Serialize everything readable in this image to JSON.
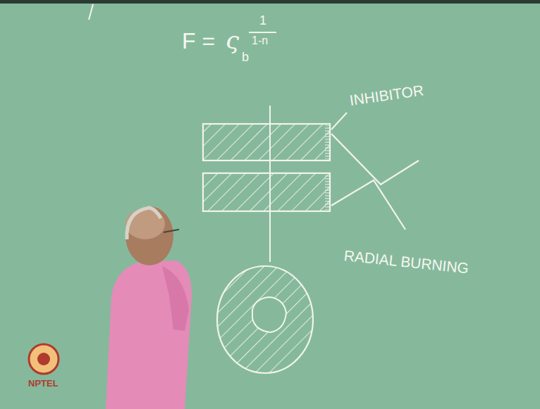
{
  "diagram": {
    "labels": [
      "F =",
      "ς",
      "b",
      "1",
      "1-n",
      "INHIBITOR",
      "RADIAL BURNING",
      "NPTEL"
    ]
  }
}
